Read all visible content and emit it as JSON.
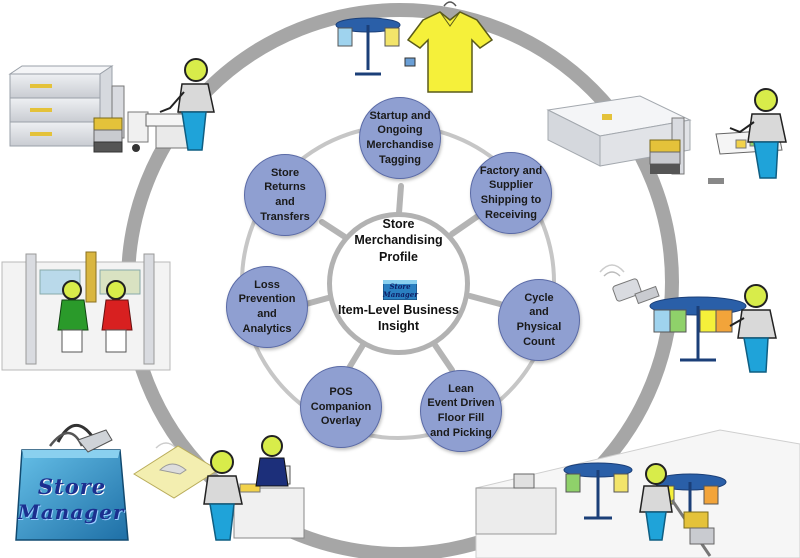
{
  "hub": {
    "title": "Store\nMerchandising\nProfile",
    "subtitle": "Item-Level Business\nInsight",
    "badge": {
      "line1": "Store",
      "line2": "Manager"
    }
  },
  "nodes": [
    {
      "id": "startup",
      "label": "Startup and\nOngoing\nMerchandise\nTagging"
    },
    {
      "id": "factory",
      "label": "Factory and\nSupplier\nShipping to\nReceiving"
    },
    {
      "id": "cycle",
      "label": "Cycle\nand\nPhysical\nCount"
    },
    {
      "id": "lean",
      "label": "Lean\nEvent Driven\nFloor Fill\nand Picking"
    },
    {
      "id": "pos",
      "label": "POS\nCompanion\nOverlay"
    },
    {
      "id": "loss",
      "label": "Loss\nPrevention\nand\nAnalytics"
    },
    {
      "id": "returns",
      "label": "Store\nReturns\nand\nTransfers"
    }
  ],
  "logo": {
    "line1": "Store",
    "line2": "Manager"
  },
  "colors": {
    "node_fill": "#8f9fd1",
    "ring": "#a6a6a6",
    "figure_body": "#1fa3d9",
    "shirt": "#f5f03a",
    "logo_bag": "#1e7fb6",
    "logo_text": "#1b2f8f"
  }
}
